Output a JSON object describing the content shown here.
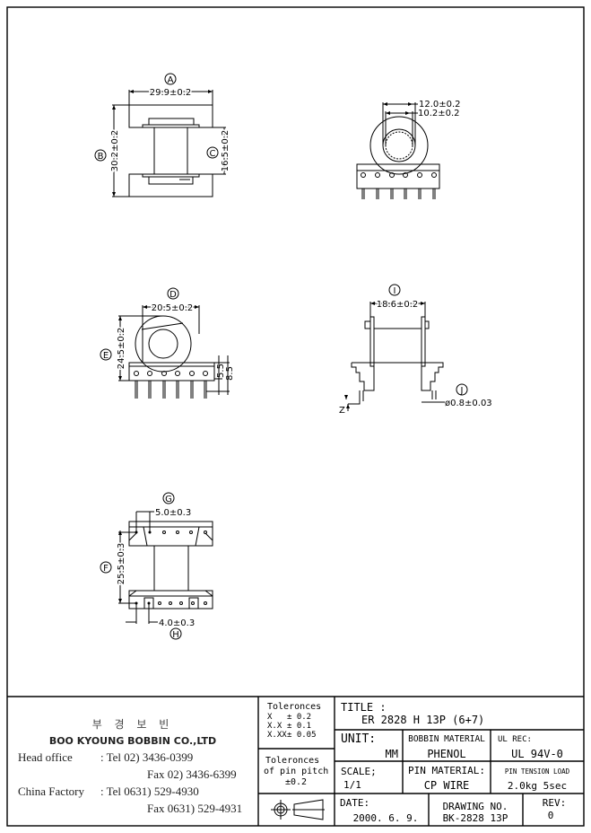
{
  "views": {
    "front": {
      "a_label": "A",
      "a_dim": "29.9±0.2",
      "b_label": "B",
      "b_dim": "30.2±0.2",
      "c_label": "C",
      "c_dim": "16.5±0.2"
    },
    "end": {
      "outer_dim": "12.0±0.2",
      "inner_dim": "10.2±0.2"
    },
    "side": {
      "d_label": "D",
      "d_dim": "20.5±0.2",
      "e_label": "E",
      "e_dim": "24.5±0.2",
      "dim_55": "5.5",
      "dim_85": "8.5"
    },
    "profile": {
      "i_label": "I",
      "i_dim": "18.6±0.2",
      "j_label": "J",
      "j_dim": "ø0.8±0.03",
      "z_label": "Z"
    },
    "bottom": {
      "g_label": "G",
      "g_dim": "5.0±0.3",
      "f_label": "F",
      "f_dim": "25.5±0.3",
      "h_label": "H",
      "h_dim": "4.0±0.3"
    }
  },
  "title_block": {
    "company_korean": "부 경 보 빈",
    "company_name": "BOO KYOUNG BOBBIN CO.,LTD",
    "head_office_label": "Head office",
    "head_tel": ": Tel  02) 3436-0399",
    "head_fax": "Fax  02) 3436-6399",
    "china_label": "China Factory",
    "china_tel": ": Tel 0631) 529-4930",
    "china_fax": "Fax 0631) 529-4931",
    "tol_title": "Toleronces",
    "tol_rows": [
      [
        "X",
        "± 0.2"
      ],
      [
        "X.X",
        "± 0.1"
      ],
      [
        "X.XX",
        "± 0.05"
      ]
    ],
    "pitch_title1": "Toleronces",
    "pitch_title2": "of pin pitch",
    "pitch_value": "±0.2",
    "title_label": "TITLE :",
    "title_value": "ER 2828 H 13P (6+7)",
    "unit_label": "UNIT:",
    "unit_value": "MM",
    "bobbin_material_label": "BOBBIN MATERIAL",
    "bobbin_material_value": "PHENOL",
    "ul_label": "UL REC:",
    "ul_value": "UL 94V-0",
    "scale_label": "SCALE;",
    "scale_value": "1/1",
    "pin_material_label": "PIN MATERIAL:",
    "pin_material_value": "CP WIRE",
    "pin_tension_label": "PIN TENSION LOAD",
    "pin_tension_value": "2.0kg 5sec",
    "date_label": "DATE:",
    "date_value": "2000. 6. 9.",
    "drawing_no_label": "DRAWING NO.",
    "drawing_no_value": "BK-2828 13P",
    "rev_label": "REV:",
    "rev_value": "0"
  }
}
